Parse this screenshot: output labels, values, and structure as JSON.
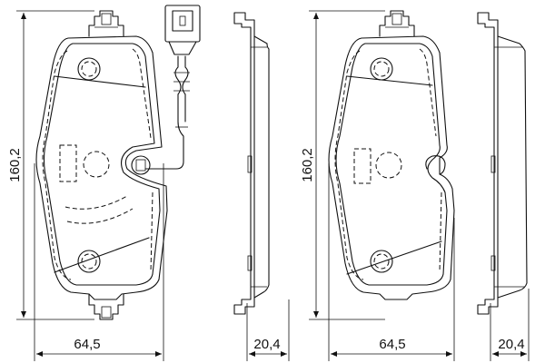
{
  "dimensions": {
    "pad1_height": "160,2",
    "pad1_width": "64,5",
    "pad1_thickness": "20,4",
    "pad2_height": "160,2",
    "pad2_width": "64,5",
    "pad2_thickness": "20,4"
  }
}
